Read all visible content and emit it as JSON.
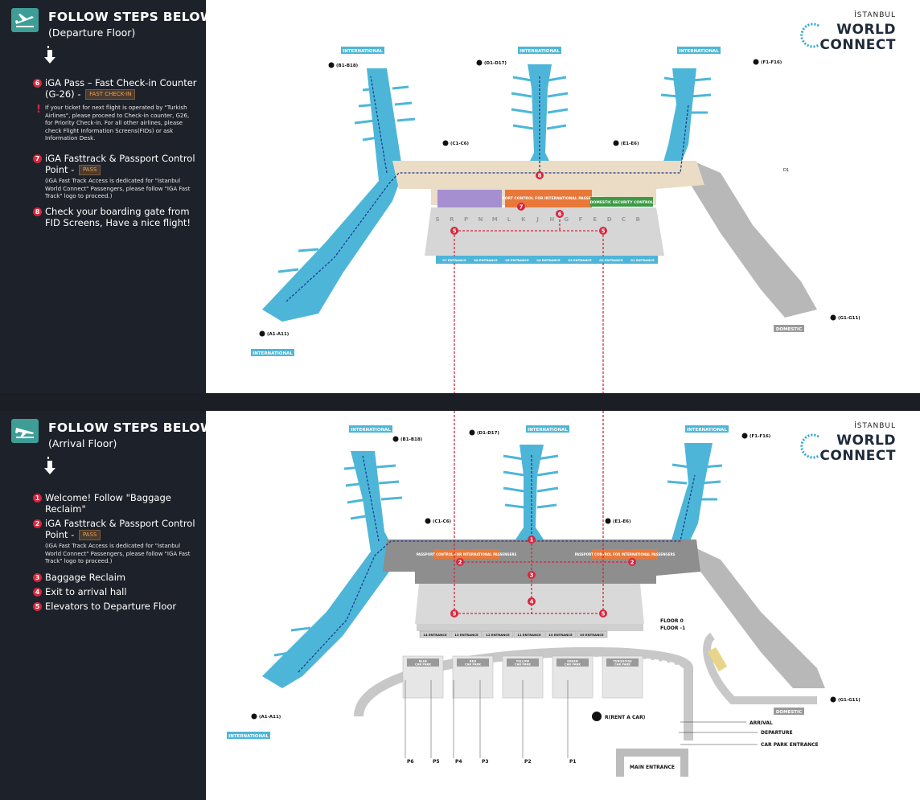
{
  "departure": {
    "title": "FOLLOW STEPS BELOW",
    "subtitle": "(Departure Floor)",
    "steps": [
      {
        "num": "6",
        "label": "iGA Pass – Fast Check-in Counter (G-26) -",
        "tag": "FAST CHECK-IN"
      },
      {
        "num": "!",
        "label": "If your ticket for next flight is operated by \"Turkish Airlines\", please proceed to Check-in counter, G26, for Priority Check-in. For all other airlines, please check Flight Information Screens(FIDs) or ask Information Desk."
      },
      {
        "num": "7",
        "label": "iGA Fasttrack & Passport Control Point -",
        "tag": "PASS",
        "note": "(iGA Fast Track Access is dedicated for \"Istanbul World Connect\" Passengers, please follow \"IGA Fast Track\" logo to proceed.)"
      },
      {
        "num": "8",
        "label": "Check your boarding gate from FID Screens, Have a nice flight!"
      }
    ],
    "map": {
      "piers": {
        "a": "(A1-A11)",
        "b": "(B1-B18)",
        "c": "(C1-C6)",
        "d": "(D1-D17)",
        "e": "(E1-E6)",
        "f": "(F1-F16)",
        "g": "(G1-G11)"
      },
      "international": "INTERNATIONAL",
      "domestic": "DOMESTIC",
      "passport_control": "PASSPORT CONTROL FOR INTERNATIONAL PASSENGERS",
      "domestic_security": "DOMESTIC SECURITY CONTROL",
      "counters": [
        "S",
        "R",
        "P",
        "N",
        "M",
        "L",
        "K",
        "J",
        "H",
        "G",
        "F",
        "E",
        "D",
        "C",
        "B"
      ],
      "entrances": [
        "07 ENTRANCE",
        "06 ENTRANCE",
        "05 ENTRANCE",
        "04 ENTRANCE",
        "03 ENTRANCE",
        "02 ENTRANCE",
        "01 ENTRANCE"
      ],
      "markers": [
        "8",
        "7",
        "6",
        "5",
        "5"
      ],
      "d1": "D1"
    }
  },
  "arrival": {
    "title": "FOLLOW STEPS BELOW",
    "subtitle": "(Arrival Floor)",
    "steps": [
      {
        "num": "1",
        "label": "Welcome! Follow \"Baggage Reclaim\""
      },
      {
        "num": "2",
        "label": "iGA Fasttrack & Passport Control Point -",
        "tag": "PASS",
        "note": "(iGA Fast Track Access is dedicated for \"Istanbul World Connect\" Passengers, please follow \"IGA Fast Track\" logo to proceed.)"
      },
      {
        "num": "3",
        "label": "Baggage Reclaim"
      },
      {
        "num": "4",
        "label": "Exit to arrival hall"
      },
      {
        "num": "5",
        "label": "Elevators to Departure Floor"
      }
    ],
    "map": {
      "piers": {
        "a": "(A1-A11)",
        "b": "(B1-B18)",
        "c": "(C1-C6)",
        "d": "(D1-D17)",
        "e": "(E1-E6)",
        "f": "(F1-F16)",
        "g": "(G1-G11)"
      },
      "international": "INTERNATIONAL",
      "domestic": "DOMESTIC",
      "passport_control": "PASSPORT CONTROL FOR INTERNATIONAL PASSENGERS",
      "entrances": [
        "14 ENTRANCE",
        "13 ENTRANCE",
        "12 ENTRANCE",
        "11 ENTRANCE",
        "10 ENTRANCE",
        "09 ENTRANCE"
      ],
      "floors": [
        "FLOOR 0",
        "FLOOR -1"
      ],
      "car_parks": [
        "BLUE CAR PARK",
        "RED CAR PARK",
        "YELLOW CAR PARK",
        "GREEN CAR PARK",
        "TURQUOISE CAR PARK"
      ],
      "parks": [
        "P6",
        "P5",
        "P4",
        "P3",
        "P2",
        "P1"
      ],
      "rent_a_car": "R(RENT A CAR)",
      "roads": [
        "ARRIVAL",
        "DEPARTURE",
        "CAR PARK ENTRANCE"
      ],
      "main_entrance": "MAIN ENTRANCE",
      "markers": [
        "1",
        "2",
        "2",
        "3",
        "4",
        "5",
        "5"
      ]
    }
  },
  "brand": {
    "line1": "İSTANBUL",
    "line2": "WORLD",
    "line3": "CONNECT"
  },
  "colors": {
    "accent_red": "#d7263d",
    "pier_blue": "#4db6d8",
    "panel_bg": "#1d2129",
    "badge_teal": "#3e9e97",
    "orange": "#e8783a",
    "green": "#3c9a46"
  }
}
